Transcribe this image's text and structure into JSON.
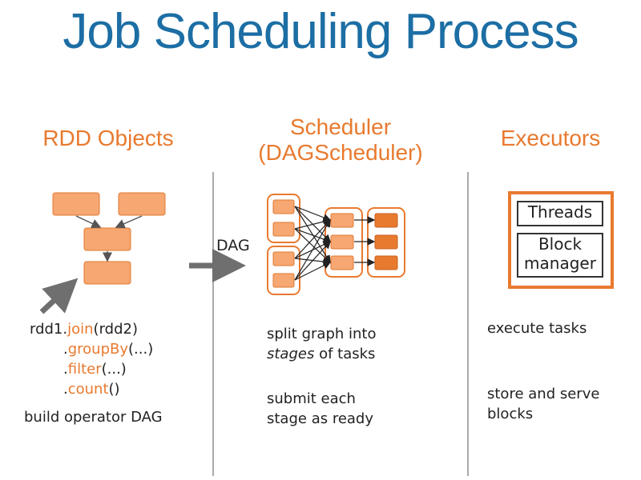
{
  "title": "Job Scheduling Process",
  "columns": {
    "rdd": {
      "heading": "RDD Objects",
      "code": {
        "line1_prefix": "rdd1.",
        "line1_kw": "join",
        "line1_suffix": "(rdd2)",
        "line2_dot": ".",
        "line2_kw": "groupBy",
        "line2_suffix": "(...)",
        "line3_dot": ".",
        "line3_kw": "filter",
        "line3_suffix": "(...)",
        "line4_dot": ".",
        "line4_kw": "count",
        "line4_suffix": "()"
      },
      "caption": "build operator DAG"
    },
    "scheduler": {
      "heading_line1": "Scheduler",
      "heading_line2": "(DAGScheduler)",
      "arrow_label": "DAG",
      "desc1_line1": "split graph into",
      "desc1_italic": "stages",
      "desc1_line2_rest": " of tasks",
      "desc2_line1": "submit each",
      "desc2_line2": "stage as ready"
    },
    "executors": {
      "heading": "Executors",
      "box1": "Threads",
      "box2_line1": "Block",
      "box2_line2": "manager",
      "desc1": "execute tasks",
      "desc2_line1": "store and serve",
      "desc2_line2": "blocks"
    }
  },
  "colors": {
    "title": "#1c6ea4",
    "accent": "#e87a2f",
    "box_fill": "#f6a772",
    "arrow": "#6f6f6f"
  }
}
